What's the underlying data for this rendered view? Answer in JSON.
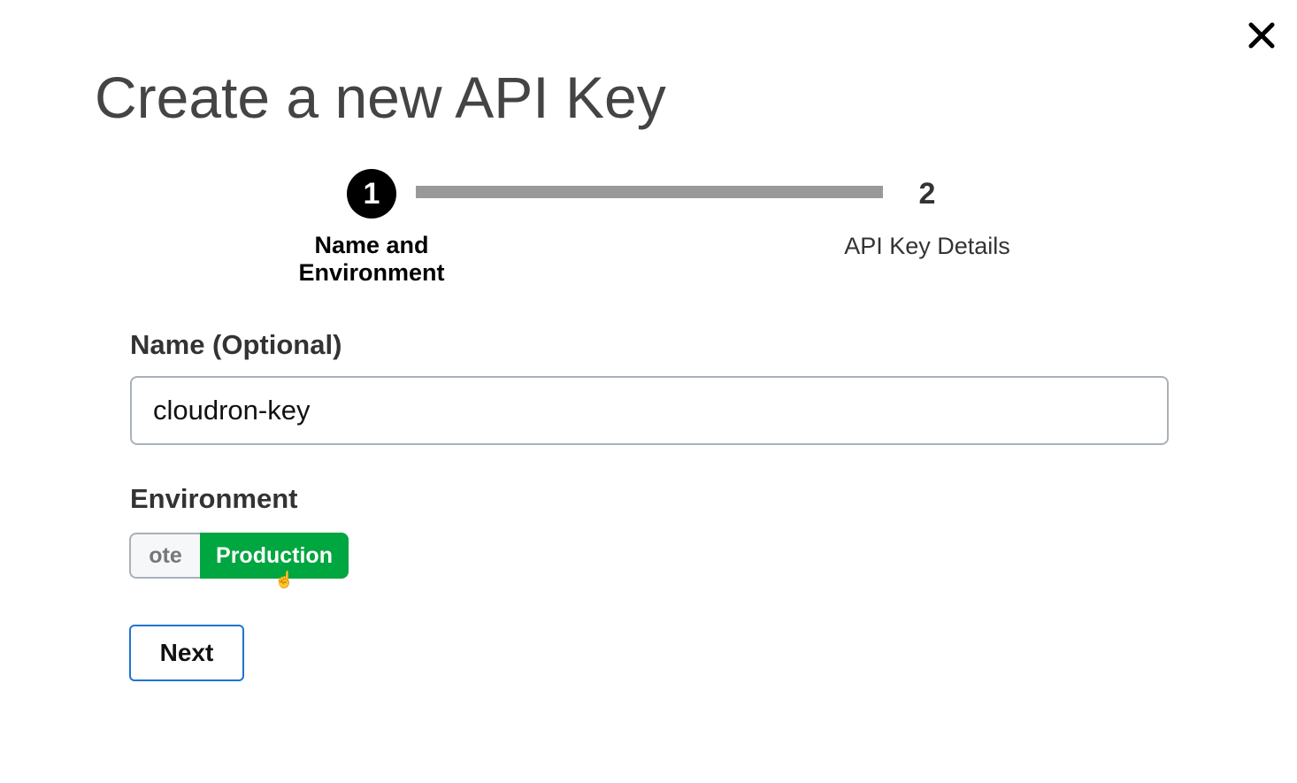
{
  "dialog": {
    "title": "Create a new API Key",
    "close_icon": "close-icon"
  },
  "stepper": {
    "steps": [
      {
        "number": "1",
        "label": "Name and Environment",
        "active": true
      },
      {
        "number": "2",
        "label": "API Key Details",
        "active": false
      }
    ]
  },
  "form": {
    "name_label": "Name (Optional)",
    "name_value": "cloudron-key",
    "environment_label": "Environment",
    "environment_options": [
      "ote",
      "Production"
    ],
    "environment_selected": "Production",
    "next_label": "Next"
  },
  "colors": {
    "accent_green": "#00a63f",
    "button_border_blue": "#1f73d1"
  }
}
